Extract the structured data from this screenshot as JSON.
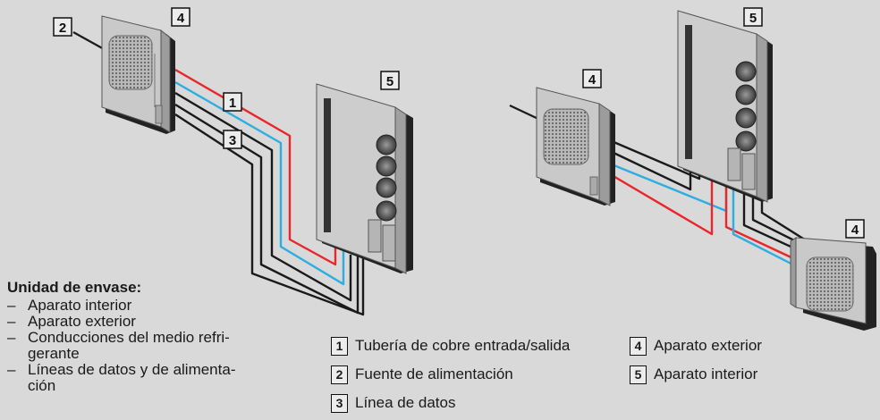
{
  "callouts": {
    "c2": "2",
    "c4_top_left": "4",
    "c1": "1",
    "c3": "3",
    "c5_left": "5",
    "c5_right": "5",
    "c4_mid": "4",
    "c4_bottom_right": "4"
  },
  "package": {
    "title": "Unidad de envase:",
    "items": [
      "Aparato interior",
      "Aparato exterior",
      "Conducciones del medio refri-\ngerante",
      "Líneas de datos y de alimenta-\nción"
    ]
  },
  "legend_left": [
    {
      "num": "1",
      "label": "Tubería de cobre entrada/salida"
    },
    {
      "num": "2",
      "label": "Fuente de alimentación"
    },
    {
      "num": "3",
      "label": "Línea de datos"
    }
  ],
  "legend_right": [
    {
      "num": "4",
      "label": "Aparato exterior"
    },
    {
      "num": "5",
      "label": "Aparato interior"
    }
  ],
  "colors": {
    "background": "#d9d9d9",
    "pipe_red": "#e8262b",
    "pipe_blue": "#2eaee0",
    "cable_black": "#1a1a1a",
    "unit_body": "#cfcfcf",
    "unit_shadow": "#222222"
  }
}
